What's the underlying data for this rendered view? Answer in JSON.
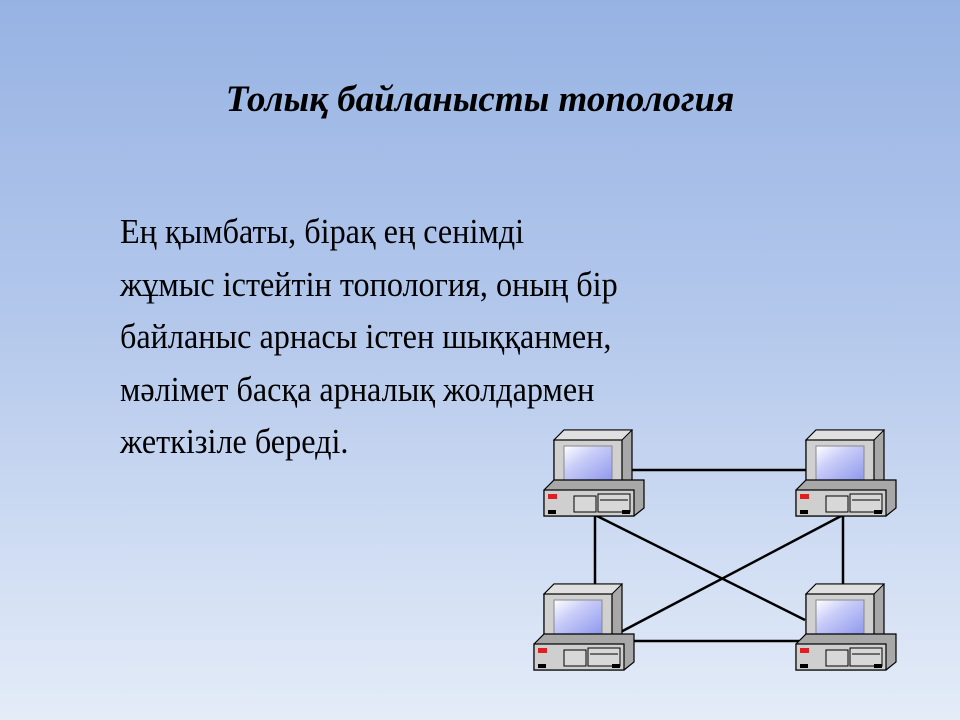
{
  "slide": {
    "title": "Толық байланысты топология",
    "body_lines": [
      "Ең қымбаты, бірақ ең сенімді",
      "жұмыс істейтін топология, оның бір",
      "байланыс арнасы істен шыққанмен,",
      "мәлімет басқа арналық жолдармен",
      "жеткізіле береді."
    ]
  },
  "diagram": {
    "nodes": [
      "computer-icon",
      "computer-icon",
      "computer-icon",
      "computer-icon"
    ],
    "colors": {
      "line": "#000000",
      "case": "#c8c8c8",
      "screen": "#b8bff5",
      "led_red": "#e02020",
      "led_green": "#20c040"
    }
  }
}
